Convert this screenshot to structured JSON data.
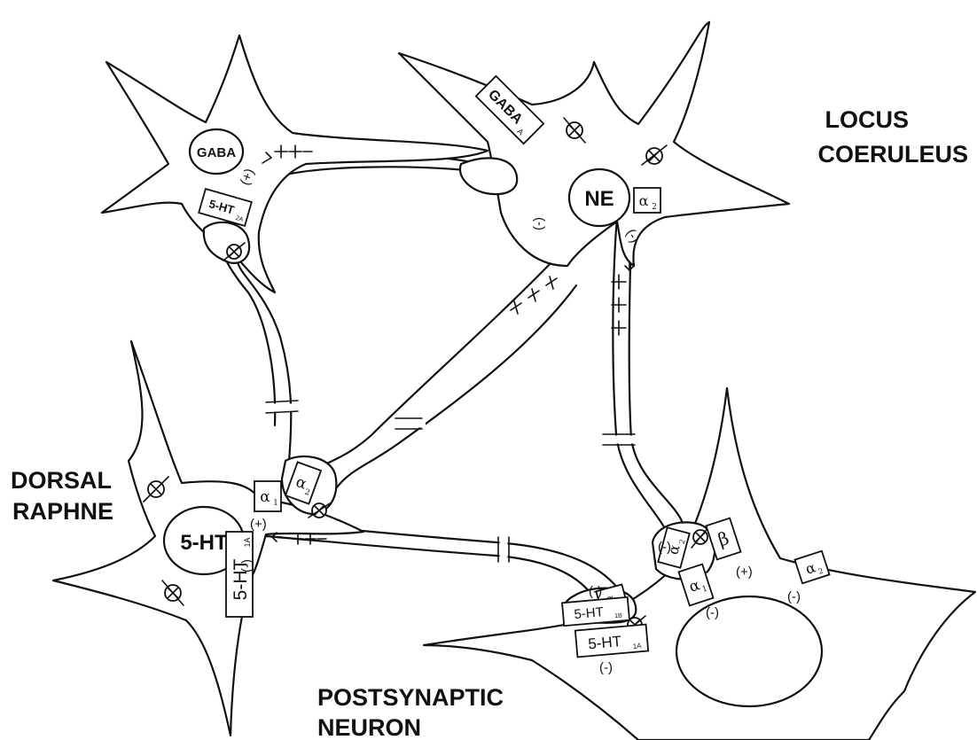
{
  "regions": {
    "locus_line1": "LOCUS",
    "locus_line2": "COERULEUS",
    "dorsal_line1": "DORSAL",
    "dorsal_line2": "RAPHNE",
    "post_line1": "POSTSYNAPTIC",
    "post_line2": "NEURON"
  },
  "neurotransmitters": {
    "gaba": "GABA",
    "ne": "NE",
    "serotonin": "5-HT"
  },
  "receptors": {
    "gaba_a_main": "GABA",
    "gaba_a_sub": "A",
    "ht2a_main": "5-HT",
    "ht2a_sub": "2A",
    "ht1a_raphe_main": "5-HT",
    "ht1a_raphe_sub": "1A",
    "ht1b_main": "5-HT",
    "ht1b_sub": "1B",
    "ht1a_post_main": "5-HT",
    "ht1a_post_sub": "1A",
    "alpha": "α",
    "beta": "β",
    "sub1": "1",
    "sub2": "2"
  },
  "signs": {
    "plus": "(+)",
    "minus": "(-)"
  },
  "icons": [
    "receptor-blocker-icon",
    "synaptic-cross-icon"
  ]
}
